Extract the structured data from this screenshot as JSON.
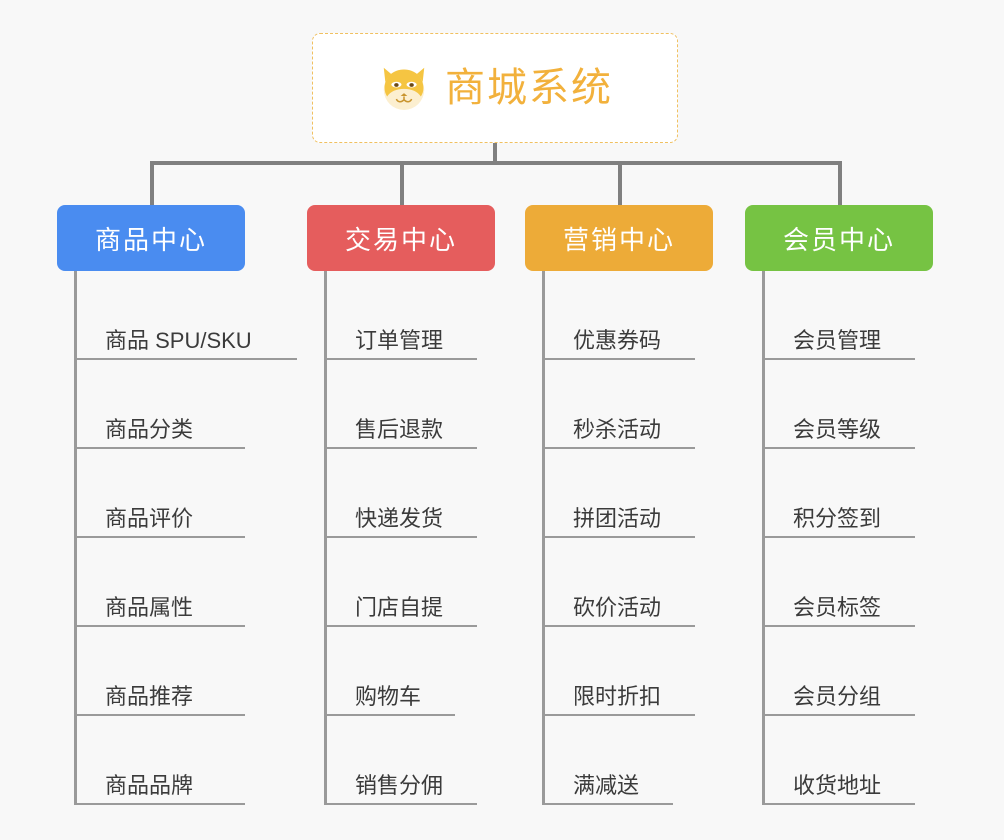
{
  "diagram": {
    "type": "tree",
    "background_color": "#f8f8f8",
    "connector_color": "#808080",
    "root": {
      "title": "商城系统",
      "icon": "shiba-dog-face-icon",
      "text_color": "#f2b13c",
      "border_color": "#f0c060",
      "background_color": "#ffffff"
    },
    "categories": [
      {
        "label": "商品中心",
        "color": "#4a8cf0",
        "items": [
          "商品 SPU/SKU",
          "商品分类",
          "商品评价",
          "商品属性",
          "商品推荐",
          "商品品牌"
        ]
      },
      {
        "label": "交易中心",
        "color": "#e55d5d",
        "items": [
          "订单管理",
          "售后退款",
          "快递发货",
          "门店自提",
          "购物车",
          "销售分佣"
        ]
      },
      {
        "label": "营销中心",
        "color": "#edab38",
        "items": [
          "优惠券码",
          "秒杀活动",
          "拼团活动",
          "砍价活动",
          "限时折扣",
          "满减送"
        ]
      },
      {
        "label": "会员中心",
        "color": "#76c343",
        "items": [
          "会员管理",
          "会员等级",
          "积分签到",
          "会员标签",
          "会员分组",
          "收货地址"
        ]
      }
    ]
  }
}
